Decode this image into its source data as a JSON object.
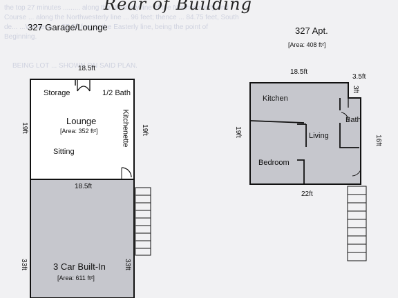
{
  "handwriting": "Rear of Building",
  "background_text": {
    "line1": "the top 27 minutes ......... along the Westerly line of the Northwesterly end",
    "line2": "Course ... along the Northwesterly line ... 96 feet; thence ... 84.75 feet, South",
    "line3": "de... ...Westerly ... 37.50 feet to the Easterly line, being the point of",
    "line4": "Beginning.",
    "line5": "BEING LOT ... SHOWN ON SAID PLAN."
  },
  "left_plan": {
    "title": "327 Garage/Lounge",
    "top_width": "18.5ft",
    "storage": "Storage",
    "half_bath": "1/2 Bath",
    "lounge": "Lounge",
    "lounge_area": "[Area: 352 ft²]",
    "kitchenette": "Kitchenette",
    "sitting": "Sitting",
    "upper_left_height": "19ft",
    "upper_right_height": "19ft",
    "garage_width": "18.5ft",
    "garage": "3 Car Built-In",
    "garage_area": "[Area: 611 ft²]",
    "garage_left_height": "33ft",
    "garage_right_height": "33ft"
  },
  "right_plan": {
    "title": "327 Apt.",
    "area": "[Area: 408 ft²]",
    "top_width": "18.5ft",
    "bath_width": "3.5ft",
    "bath_notch": "3ft",
    "kitchen": "Kitchen",
    "bath": "Bath",
    "living": "Living",
    "bedroom": "Bedroom",
    "left_height": "19ft",
    "right_height": "16ft",
    "bottom_width": "22ft"
  },
  "colors": {
    "floor_fill": "#c6c7cd",
    "lounge_fill": "#ffffff",
    "wall": "#111111",
    "paper": "#f1f1f3"
  }
}
